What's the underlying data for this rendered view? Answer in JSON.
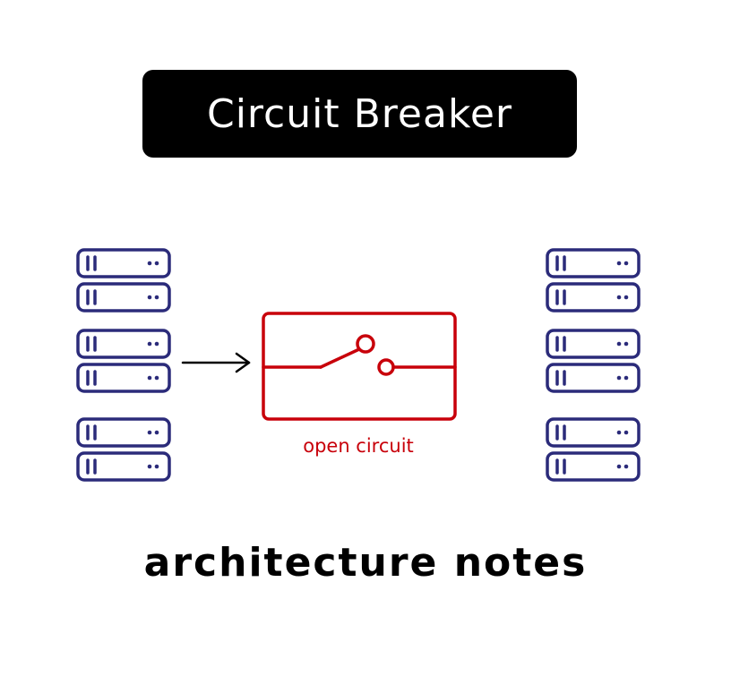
{
  "title": "Circuit Breaker",
  "switch_label": "open circuit",
  "footer": "architecture notes",
  "colors": {
    "server": "#2b2b7a",
    "breaker": "#c8000a",
    "arrow": "#000000",
    "banner": "#000000",
    "banner_text": "#ffffff"
  }
}
